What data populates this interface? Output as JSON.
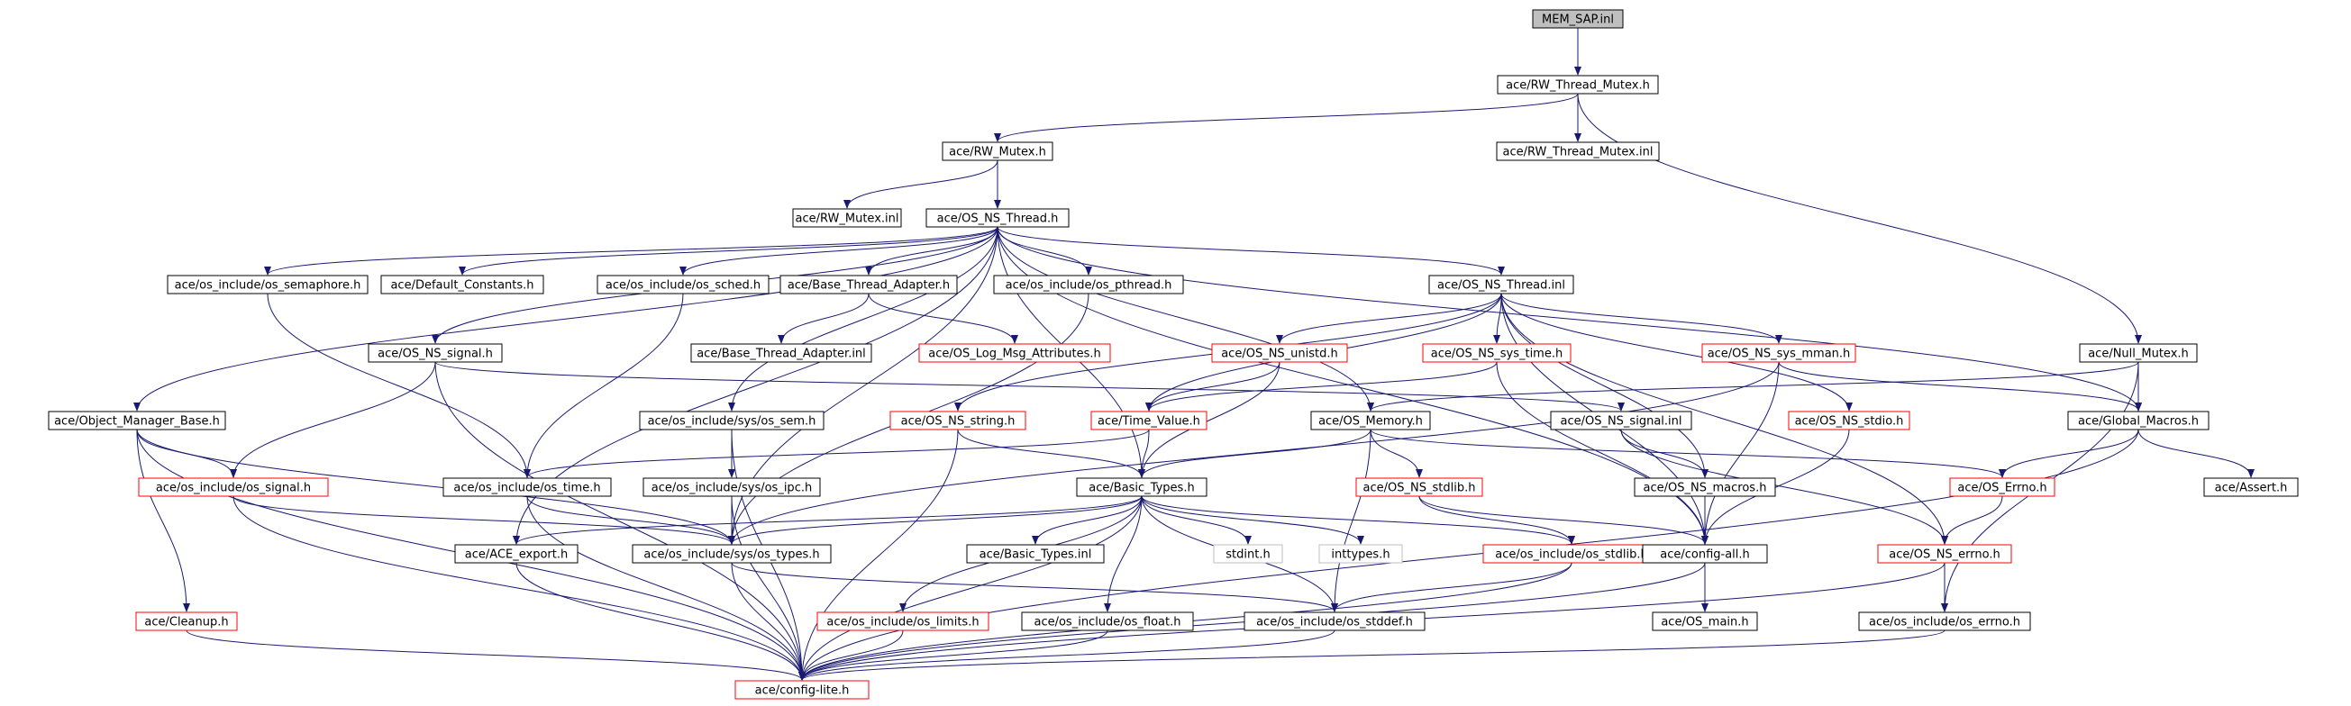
{
  "colors": {
    "normal": "#000000",
    "missing": "#ff0000",
    "implicit": "#bfbfbf",
    "root_fill": "#bfbfbf",
    "edge": "#191970"
  },
  "nodes": {
    "mem_sap": {
      "label": "MEM_SAP.inl",
      "kind": "root"
    },
    "rw_thread_mutex_h": {
      "label": "ace/RW_Thread_Mutex.h",
      "kind": "normal"
    },
    "rw_mutex_h": {
      "label": "ace/RW_Mutex.h",
      "kind": "normal"
    },
    "rw_thread_mutex_inl": {
      "label": "ace/RW_Thread_Mutex.inl",
      "kind": "normal"
    },
    "null_mutex_h": {
      "label": "ace/Null_Mutex.h",
      "kind": "normal"
    },
    "rw_mutex_inl": {
      "label": "ace/RW_Mutex.inl",
      "kind": "normal"
    },
    "os_ns_thread_h": {
      "label": "ace/OS_NS_Thread.h",
      "kind": "normal"
    },
    "os_semaphore_h": {
      "label": "ace/os_include/os_semaphore.h",
      "kind": "normal"
    },
    "default_constants_h": {
      "label": "ace/Default_Constants.h",
      "kind": "normal"
    },
    "os_sched_h": {
      "label": "ace/os_include/os_sched.h",
      "kind": "normal"
    },
    "base_thread_adapter_h": {
      "label": "ace/Base_Thread_Adapter.h",
      "kind": "normal"
    },
    "os_pthread_h": {
      "label": "ace/os_include/os_pthread.h",
      "kind": "normal"
    },
    "os_ns_thread_inl": {
      "label": "ace/OS_NS_Thread.inl",
      "kind": "normal"
    },
    "os_ns_signal_h": {
      "label": "ace/OS_NS_signal.h",
      "kind": "normal"
    },
    "base_thread_adapter_inl": {
      "label": "ace/Base_Thread_Adapter.inl",
      "kind": "normal"
    },
    "os_log_msg_attributes_h": {
      "label": "ace/OS_Log_Msg_Attributes.h",
      "kind": "missing"
    },
    "os_ns_unistd_h": {
      "label": "ace/OS_NS_unistd.h",
      "kind": "missing"
    },
    "os_ns_sys_time_h": {
      "label": "ace/OS_NS_sys_time.h",
      "kind": "missing"
    },
    "os_ns_sys_mman_h": {
      "label": "ace/OS_NS_sys_mman.h",
      "kind": "missing"
    },
    "object_manager_base_h": {
      "label": "ace/Object_Manager_Base.h",
      "kind": "normal"
    },
    "os_sem_h": {
      "label": "ace/os_include/sys/os_sem.h",
      "kind": "normal"
    },
    "os_ns_string_h": {
      "label": "ace/OS_NS_string.h",
      "kind": "missing"
    },
    "time_value_h": {
      "label": "ace/Time_Value.h",
      "kind": "missing"
    },
    "os_memory_h": {
      "label": "ace/OS_Memory.h",
      "kind": "normal"
    },
    "os_ns_signal_inl": {
      "label": "ace/OS_NS_signal.inl",
      "kind": "normal"
    },
    "os_ns_stdio_h": {
      "label": "ace/OS_NS_stdio.h",
      "kind": "missing"
    },
    "global_macros_h": {
      "label": "ace/Global_Macros.h",
      "kind": "normal"
    },
    "os_signal_h": {
      "label": "ace/os_include/os_signal.h",
      "kind": "missing"
    },
    "os_time_h": {
      "label": "ace/os_include/os_time.h",
      "kind": "normal"
    },
    "os_ipc_h": {
      "label": "ace/os_include/sys/os_ipc.h",
      "kind": "normal"
    },
    "basic_types_h": {
      "label": "ace/Basic_Types.h",
      "kind": "normal"
    },
    "os_ns_stdlib_h": {
      "label": "ace/OS_NS_stdlib.h",
      "kind": "missing"
    },
    "os_ns_macros_h": {
      "label": "ace/OS_NS_macros.h",
      "kind": "normal"
    },
    "os_errno_h_ace": {
      "label": "ace/OS_Errno.h",
      "kind": "missing"
    },
    "assert_h": {
      "label": "ace/Assert.h",
      "kind": "normal"
    },
    "ace_export_h": {
      "label": "ace/ACE_export.h",
      "kind": "normal"
    },
    "os_types_h": {
      "label": "ace/os_include/sys/os_types.h",
      "kind": "normal"
    },
    "basic_types_inl": {
      "label": "ace/Basic_Types.inl",
      "kind": "normal"
    },
    "stdint_h": {
      "label": "stdint.h",
      "kind": "implicit"
    },
    "inttypes_h": {
      "label": "inttypes.h",
      "kind": "implicit"
    },
    "os_stdlib_h": {
      "label": "ace/os_include/os_stdlib.h",
      "kind": "missing"
    },
    "config_all_h": {
      "label": "ace/config-all.h",
      "kind": "normal"
    },
    "os_ns_errno_h": {
      "label": "ace/OS_NS_errno.h",
      "kind": "missing"
    },
    "cleanup_h": {
      "label": "ace/Cleanup.h",
      "kind": "missing"
    },
    "os_limits_h": {
      "label": "ace/os_include/os_limits.h",
      "kind": "missing"
    },
    "os_float_h": {
      "label": "ace/os_include/os_float.h",
      "kind": "normal"
    },
    "os_stddef_h": {
      "label": "ace/os_include/os_stddef.h",
      "kind": "normal"
    },
    "os_main_h": {
      "label": "ace/OS_main.h",
      "kind": "normal"
    },
    "os_errno_h": {
      "label": "ace/os_include/os_errno.h",
      "kind": "normal"
    },
    "config_lite_h": {
      "label": "ace/config-lite.h",
      "kind": "missing"
    }
  },
  "edges": [
    [
      "mem_sap",
      "rw_thread_mutex_h"
    ],
    [
      "rw_thread_mutex_h",
      "rw_mutex_h"
    ],
    [
      "rw_thread_mutex_h",
      "rw_thread_mutex_inl"
    ],
    [
      "rw_thread_mutex_h",
      "null_mutex_h"
    ],
    [
      "rw_mutex_h",
      "rw_mutex_inl"
    ],
    [
      "rw_mutex_h",
      "os_ns_thread_h"
    ],
    [
      "os_ns_thread_h",
      "os_semaphore_h"
    ],
    [
      "os_ns_thread_h",
      "default_constants_h"
    ],
    [
      "os_ns_thread_h",
      "os_sched_h"
    ],
    [
      "os_ns_thread_h",
      "base_thread_adapter_h"
    ],
    [
      "os_ns_thread_h",
      "os_pthread_h"
    ],
    [
      "os_ns_thread_h",
      "os_ns_thread_inl"
    ],
    [
      "os_ns_thread_h",
      "os_ns_signal_h"
    ],
    [
      "os_ns_thread_h",
      "object_manager_base_h"
    ],
    [
      "os_ns_thread_h",
      "os_memory_h"
    ],
    [
      "os_ns_thread_h",
      "global_macros_h"
    ],
    [
      "os_ns_thread_h",
      "basic_types_h"
    ],
    [
      "os_ns_thread_h",
      "os_types_h"
    ],
    [
      "os_ns_thread_h",
      "ace_export_h"
    ],
    [
      "os_ns_thread_h",
      "config_all_h"
    ],
    [
      "os_ns_thread_h",
      "os_sem_h"
    ],
    [
      "base_thread_adapter_h",
      "base_thread_adapter_inl"
    ],
    [
      "base_thread_adapter_h",
      "os_log_msg_attributes_h"
    ],
    [
      "os_ns_thread_inl",
      "os_ns_unistd_h"
    ],
    [
      "os_ns_thread_inl",
      "os_ns_sys_time_h"
    ],
    [
      "os_ns_thread_inl",
      "os_ns_sys_mman_h"
    ],
    [
      "os_ns_thread_inl",
      "os_ns_string_h"
    ],
    [
      "os_ns_thread_inl",
      "time_value_h"
    ],
    [
      "os_ns_thread_inl",
      "os_ns_stdio_h"
    ],
    [
      "os_ns_thread_inl",
      "os_ns_macros_h"
    ],
    [
      "os_ns_thread_inl",
      "os_ns_errno_h"
    ],
    [
      "os_ns_thread_inl",
      "config_all_h"
    ],
    [
      "os_ns_signal_h",
      "os_signal_h"
    ],
    [
      "os_ns_signal_h",
      "os_ns_signal_inl"
    ],
    [
      "os_ns_signal_h",
      "config_lite_h"
    ],
    [
      "null_mutex_h",
      "global_macros_h"
    ],
    [
      "null_mutex_h",
      "os_memory_h"
    ],
    [
      "null_mutex_h",
      "os_errno_h"
    ],
    [
      "os_semaphore_h",
      "os_time_h"
    ],
    [
      "os_sched_h",
      "os_time_h"
    ],
    [
      "os_pthread_h",
      "os_types_h"
    ],
    [
      "os_ns_unistd_h",
      "time_value_h"
    ],
    [
      "os_ns_unistd_h",
      "basic_types_h"
    ],
    [
      "os_ns_sys_time_h",
      "time_value_h"
    ],
    [
      "os_ns_sys_time_h",
      "config_all_h"
    ],
    [
      "os_ns_sys_mman_h",
      "os_types_h"
    ],
    [
      "os_ns_sys_mman_h",
      "global_macros_h"
    ],
    [
      "os_ns_sys_mman_h",
      "config_all_h"
    ],
    [
      "object_manager_base_h",
      "os_signal_h"
    ],
    [
      "object_manager_base_h",
      "cleanup_h"
    ],
    [
      "object_manager_base_h",
      "config_lite_h"
    ],
    [
      "object_manager_base_h",
      "os_types_h"
    ],
    [
      "os_sem_h",
      "os_ipc_h"
    ],
    [
      "os_sem_h",
      "config_lite_h"
    ],
    [
      "os_ns_string_h",
      "basic_types_h"
    ],
    [
      "os_ns_string_h",
      "config_lite_h"
    ],
    [
      "time_value_h",
      "basic_types_h"
    ],
    [
      "time_value_h",
      "os_time_h"
    ],
    [
      "os_memory_h",
      "basic_types_h"
    ],
    [
      "os_memory_h",
      "os_ns_stdlib_h"
    ],
    [
      "os_memory_h",
      "os_errno_h_ace"
    ],
    [
      "os_memory_h",
      "os_stddef_h"
    ],
    [
      "os_ns_signal_inl",
      "os_ns_macros_h"
    ],
    [
      "os_ns_signal_inl",
      "os_ns_errno_h"
    ],
    [
      "os_ns_stdio_h",
      "config_all_h"
    ],
    [
      "global_macros_h",
      "os_errno_h_ace"
    ],
    [
      "global_macros_h",
      "assert_h"
    ],
    [
      "global_macros_h",
      "config_lite_h"
    ],
    [
      "os_signal_h",
      "os_types_h"
    ],
    [
      "os_signal_h",
      "config_lite_h"
    ],
    [
      "os_time_h",
      "os_types_h"
    ],
    [
      "os_time_h",
      "config_lite_h"
    ],
    [
      "os_ipc_h",
      "os_types_h"
    ],
    [
      "os_ipc_h",
      "config_lite_h"
    ],
    [
      "basic_types_h",
      "ace_export_h"
    ],
    [
      "basic_types_h",
      "os_types_h"
    ],
    [
      "basic_types_h",
      "basic_types_inl"
    ],
    [
      "basic_types_h",
      "stdint_h"
    ],
    [
      "basic_types_h",
      "inttypes_h"
    ],
    [
      "basic_types_h",
      "os_stdlib_h"
    ],
    [
      "basic_types_h",
      "os_limits_h"
    ],
    [
      "basic_types_h",
      "os_float_h"
    ],
    [
      "basic_types_h",
      "os_stddef_h"
    ],
    [
      "basic_types_h",
      "config_lite_h"
    ],
    [
      "os_ns_stdlib_h",
      "os_stdlib_h"
    ],
    [
      "os_ns_stdlib_h",
      "config_all_h"
    ],
    [
      "os_ns_macros_h",
      "config_all_h"
    ],
    [
      "os_errno_h_ace",
      "os_ns_errno_h"
    ],
    [
      "ace_export_h",
      "config_lite_h"
    ],
    [
      "os_types_h",
      "os_stddef_h"
    ],
    [
      "os_types_h",
      "config_lite_h"
    ],
    [
      "os_stdlib_h",
      "os_stddef_h"
    ],
    [
      "os_stdlib_h",
      "config_lite_h"
    ],
    [
      "config_all_h",
      "os_main_h"
    ],
    [
      "config_all_h",
      "config_lite_h"
    ],
    [
      "os_ns_errno_h",
      "os_errno_h"
    ],
    [
      "os_ns_errno_h",
      "config_lite_h"
    ],
    [
      "cleanup_h",
      "config_lite_h"
    ],
    [
      "os_limits_h",
      "config_lite_h"
    ],
    [
      "os_float_h",
      "config_lite_h"
    ],
    [
      "os_stddef_h",
      "config_lite_h"
    ],
    [
      "os_errno_h",
      "config_lite_h"
    ]
  ]
}
